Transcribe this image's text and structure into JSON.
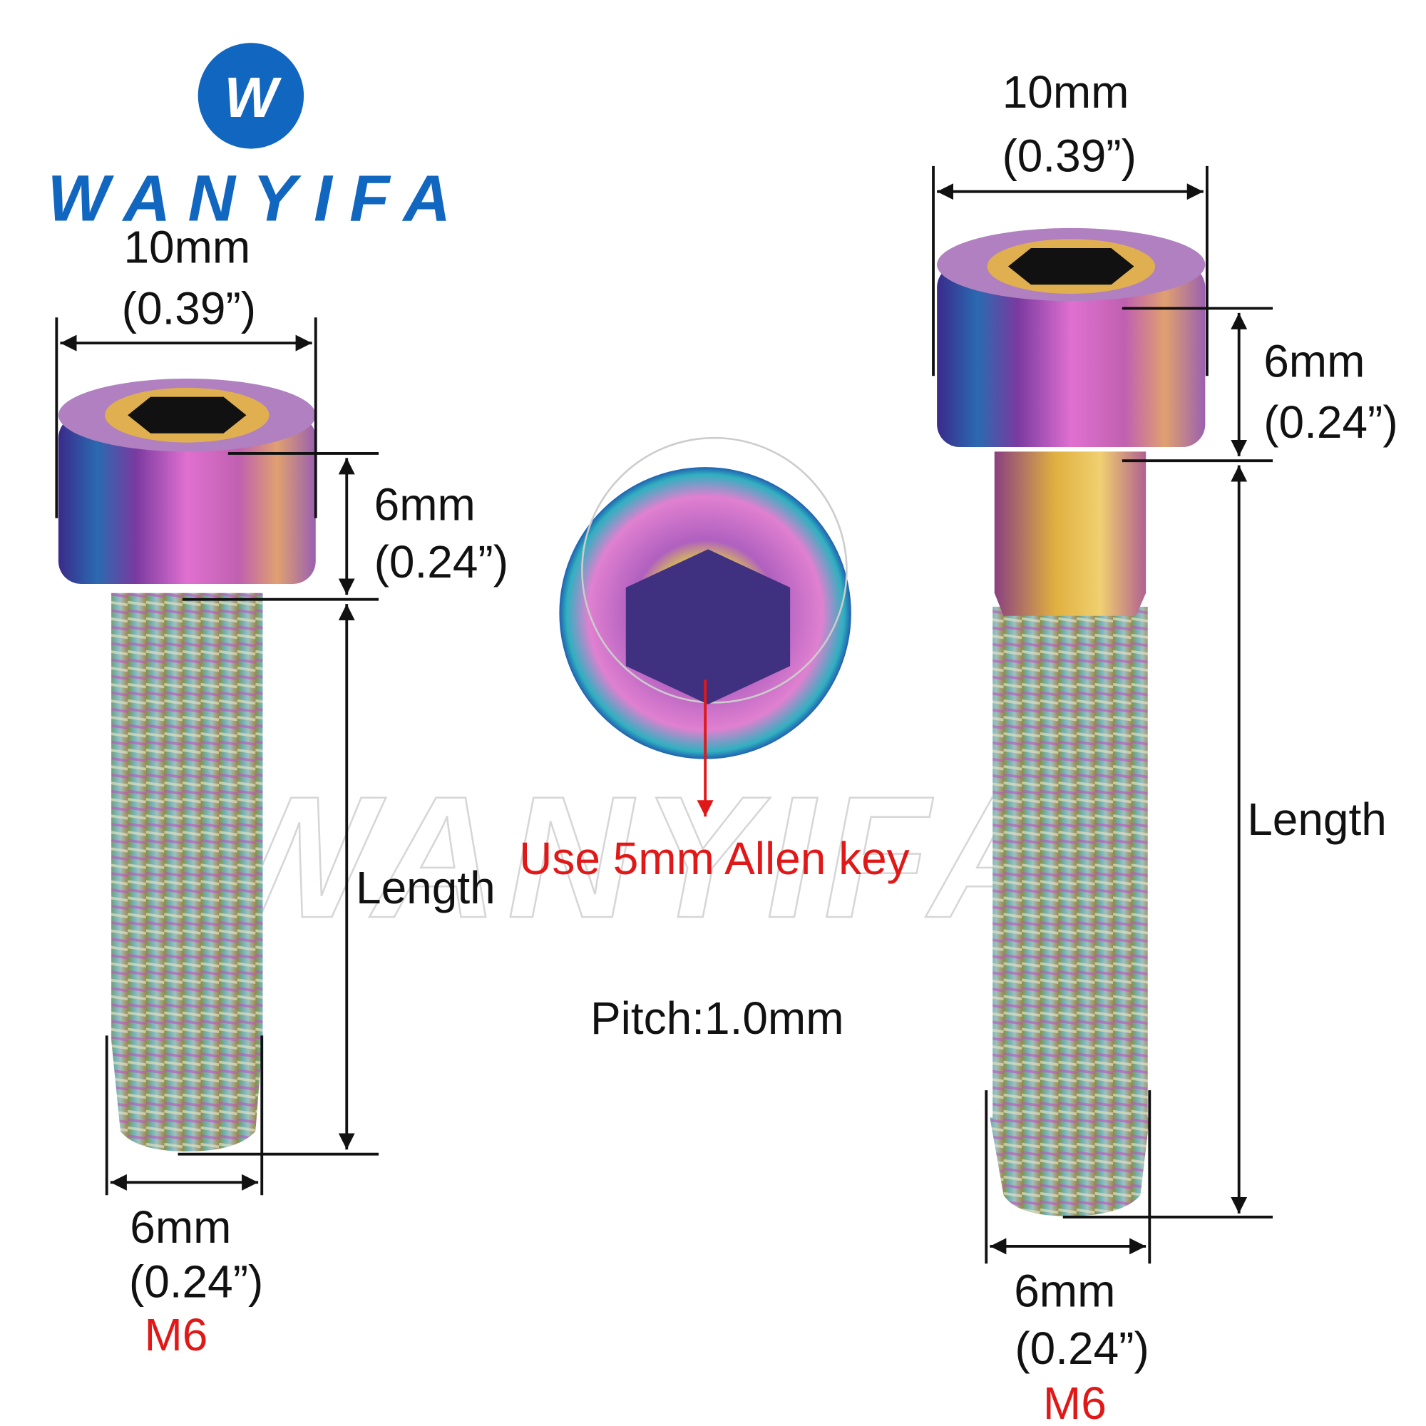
{
  "brand": {
    "logo_letter": "W",
    "name": "WANYIFA",
    "color": "#1166c0"
  },
  "watermark": "WANYIFA",
  "left_bolt": {
    "head_width": "10mm",
    "head_width_in": "(0.39”)",
    "head_height": "6mm",
    "head_height_in": "(0.24”)",
    "length_label": "Length",
    "thread_diameter": "6mm",
    "thread_diameter_in": "(0.24”)",
    "thread_size": "M6"
  },
  "right_bolt": {
    "head_width": "10mm",
    "head_width_in": "(0.39”)",
    "head_height": "6mm",
    "head_height_in": "(0.24”)",
    "length_label": "Length",
    "thread_diameter": "6mm",
    "thread_diameter_in": "(0.24”)",
    "thread_size": "M6"
  },
  "center": {
    "allen_key_note": "Use 5mm Allen key",
    "pitch": "Pitch:1.0mm"
  },
  "colors": {
    "annotation_red": "#e01818",
    "dimension_black": "#111111"
  }
}
